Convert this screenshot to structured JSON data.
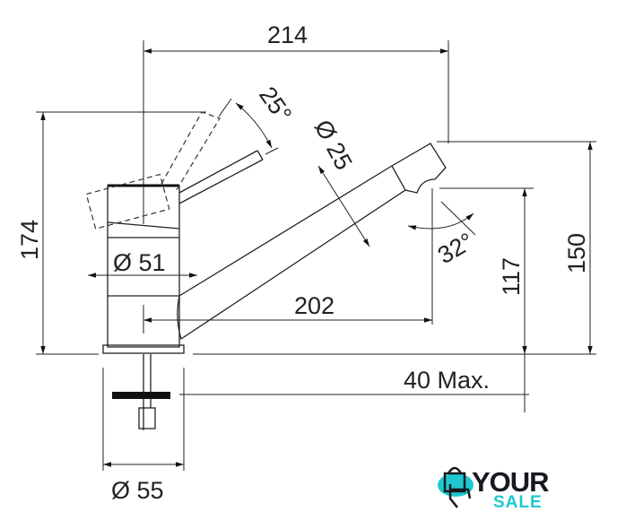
{
  "dimensions": {
    "total_width": "214",
    "total_height": "174",
    "spout_height": "150",
    "outlet_height": "117",
    "spout_reach": "202",
    "body_diameter": "Ø 51",
    "spout_diameter": "Ø 25",
    "lever_angle": "25°",
    "outlet_angle": "32°",
    "max_counter_thickness": "40 Max.",
    "base_diameter": "Ø 55"
  },
  "logo": {
    "line1": "YOUR",
    "line2": "SALE",
    "colors": {
      "dark": "#17191f",
      "accent": "#1ec8d0"
    }
  }
}
